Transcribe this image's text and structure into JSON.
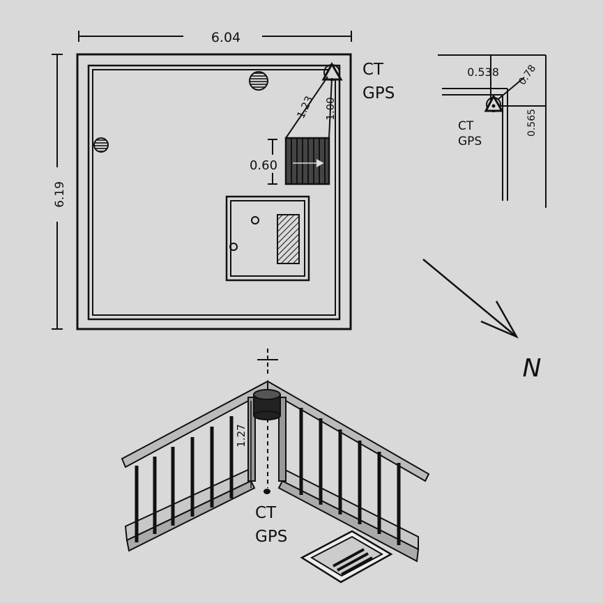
{
  "plan": {
    "width_label": "6.04",
    "height_label": "6.19",
    "marker_offset_diag": "1.23",
    "marker_offset_vert": "1.00",
    "hatched_box_label": "0.60",
    "station_line1": "CT",
    "station_line2": "GPS"
  },
  "detail": {
    "dim_top": "0.538",
    "dim_diag": "0.78",
    "dim_side": "0.565",
    "station_line1": "CT",
    "station_line2": "GPS"
  },
  "north": {
    "label": "N"
  },
  "perspective": {
    "height_label": "1.27",
    "station_line1": "CT",
    "station_line2": "GPS"
  },
  "colors": {
    "background": "#d9d9d9",
    "ink": "#111111"
  }
}
